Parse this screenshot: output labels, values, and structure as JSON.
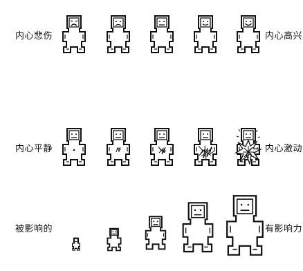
{
  "rows": [
    {
      "left_label": "内心悲伤",
      "right_label": "内心高兴",
      "figures": [
        {
          "face": "very-sad",
          "inner": "none",
          "size": 1
        },
        {
          "face": "sad",
          "inner": "none",
          "size": 1
        },
        {
          "face": "neutral",
          "inner": "none",
          "size": 1
        },
        {
          "face": "slight-smile",
          "inner": "none",
          "size": 1
        },
        {
          "face": "happy",
          "inner": "none",
          "size": 1
        }
      ]
    },
    {
      "left_label": "内心平静",
      "right_label": "内心激动",
      "figures": [
        {
          "face": "neutral",
          "inner": "dot",
          "size": 1
        },
        {
          "face": "neutral",
          "inner": "small-scribble",
          "size": 1
        },
        {
          "face": "neutral",
          "inner": "medium-scribble",
          "size": 1
        },
        {
          "face": "neutral",
          "inner": "large-scribble",
          "size": 1
        },
        {
          "face": "neutral",
          "inner": "explosion",
          "size": 1
        }
      ]
    },
    {
      "left_label": "被影响的",
      "right_label": "有影响力",
      "figures": [
        {
          "face": "neutral",
          "inner": "none",
          "size": 1
        },
        {
          "face": "neutral",
          "inner": "none",
          "size": 2
        },
        {
          "face": "neutral",
          "inner": "none",
          "size": 3
        },
        {
          "face": "neutral",
          "inner": "none",
          "size": 4
        },
        {
          "face": "neutral",
          "inner": "none",
          "size": 5
        }
      ]
    }
  ]
}
